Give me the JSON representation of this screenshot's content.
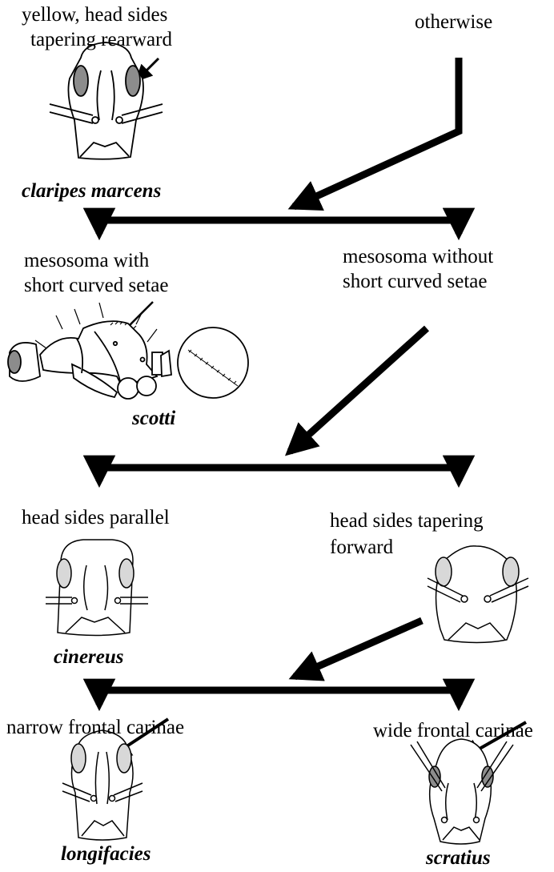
{
  "couplet1": {
    "option_a": [
      "yellow, head sides",
      "tapering  rearward"
    ],
    "option_b": "otherwise",
    "result_a": "claripes marcens"
  },
  "couplet2": {
    "option_a": [
      "mesosoma with",
      "short curved setae"
    ],
    "option_b": [
      "mesosoma without",
      "short curved setae"
    ],
    "result_a": "scotti"
  },
  "couplet3": {
    "option_a": "head sides parallel",
    "option_b": [
      "head sides tapering",
      "forward"
    ],
    "result_a": "cinereus"
  },
  "couplet4": {
    "option_a": "narrow frontal carinae",
    "option_b": "wide frontal carinae",
    "result_a": "longifacies",
    "result_b": "scratius"
  },
  "colors": {
    "line": "#000000",
    "eye_dark": "#8c8c8c",
    "eye_light": "#d8d8d8"
  }
}
